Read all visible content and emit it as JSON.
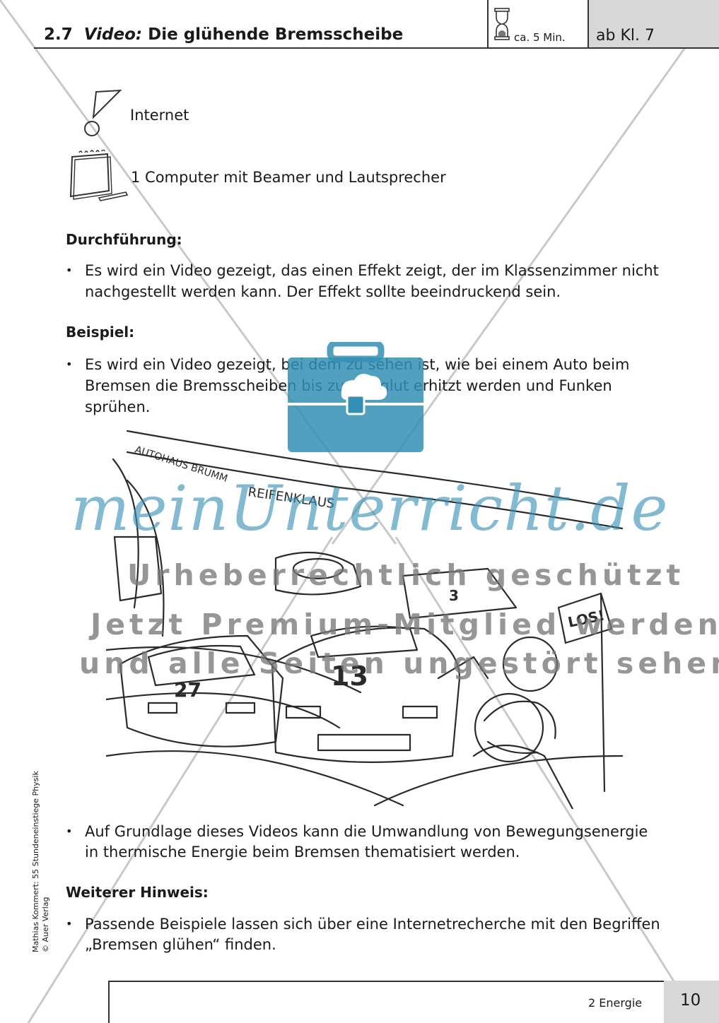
{
  "header": {
    "number": "2.7",
    "kind": "Video:",
    "title": "Die glühende Bremsscheibe",
    "time": "ca. 5 Min.",
    "grade": "ab Kl. 7"
  },
  "materials": {
    "hint_label": "Internet",
    "equipment_label": "1 Computer mit Beamer und Lautsprecher"
  },
  "sections": {
    "procedure_heading": "Durchführung:",
    "procedure_line1": "Es wird ein Video gezeigt, das einen Effekt zeigt, der im Klassenzimmer nicht",
    "procedure_line2": "nachgestellt werden kann. Der Effekt sollte beeindruckend sein.",
    "example_heading": "Beispiel:",
    "example_line1": "Es wird ein Video gezeigt, bei dem zu sehen ist, wie bei einem Auto beim",
    "example_line2": "Bremsen die Bremsscheiben bis zur Rotglut erhitzt werden und Funken",
    "example_line3": "sprühen.",
    "basis_line1": "Auf Grundlage dieses Videos kann die Umwandlung von Bewegungsenergie",
    "basis_line2": "in thermische Energie beim Bremsen thematisiert werden.",
    "hint_heading": "Weiterer Hinweis:",
    "hint_line1": "Passende Beispiele lassen sich über eine Internetrecherche mit den Begriffen",
    "hint_line2": "„Bremsen glühen“ finden.",
    "bullet": "•"
  },
  "illustration": {
    "banner_autohaus": "AUTOHAUS BRUMM",
    "banner_reifen": "REIFENKLAUS",
    "flag": "LOS!",
    "car_left": "27",
    "car_center": "13",
    "car_back": "3"
  },
  "side_credit": {
    "line1": "Mathias Kommert: 55 Stundeneinstiege Physik",
    "line2": "© Auer Verlag"
  },
  "watermark": {
    "brand": "meinUnterricht.de",
    "line1": "Urheberrechtlich geschützt",
    "line2": "Jetzt Premium-Mitglied werden",
    "line3": "und alle Seiten ungestört sehen!"
  },
  "footer": {
    "topic": "2 Energie",
    "page": "10"
  },
  "colors": {
    "watermark_blue": "#348fb4",
    "watermark_gray": "#7a7a7a",
    "header_gray": "#d8d8d8"
  }
}
